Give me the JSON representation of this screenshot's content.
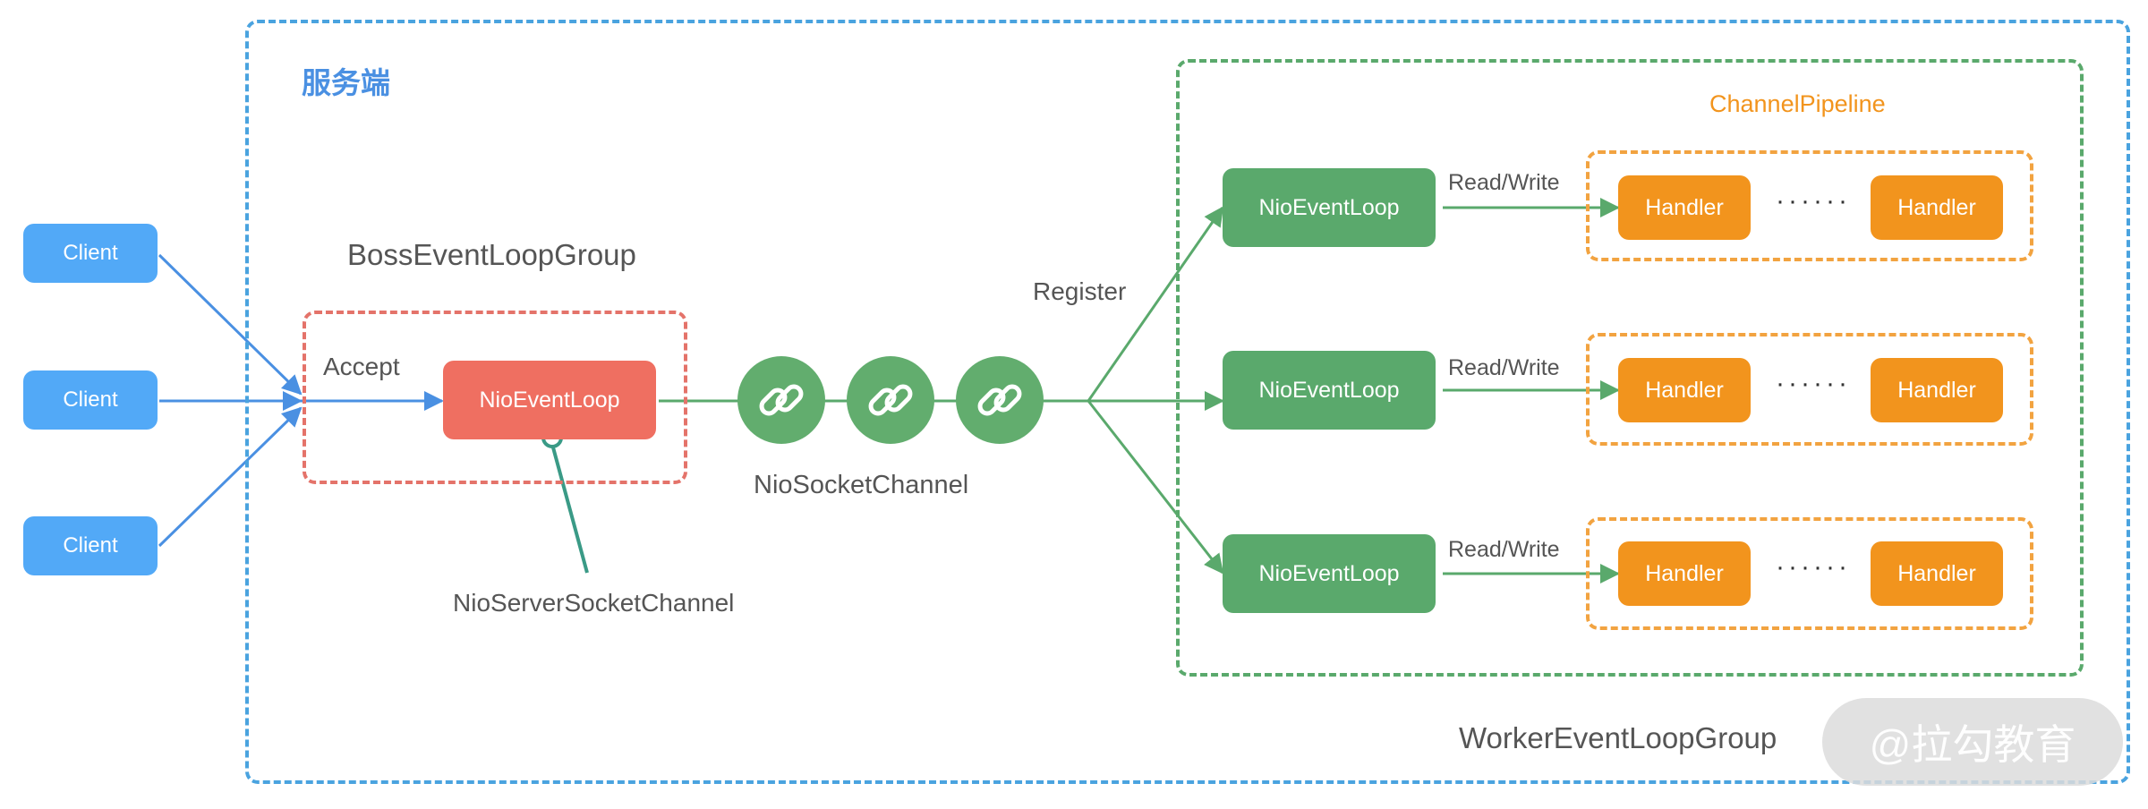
{
  "server": {
    "title": "服务端"
  },
  "boss": {
    "group_label": "BossEventLoopGroup",
    "accept_label": "Accept",
    "loop_label": "NioEventLoop",
    "server_channel_label": "NioServerSocketChannel"
  },
  "clients": [
    {
      "label": "Client"
    },
    {
      "label": "Client"
    },
    {
      "label": "Client"
    }
  ],
  "socket_channel_label": "NioSocketChannel",
  "register_label": "Register",
  "worker": {
    "group_label": "WorkerEventLoopGroup",
    "pipeline_label": "ChannelPipeline",
    "rows": [
      {
        "loop_label": "NioEventLoop",
        "rw_label": "Read/Write",
        "handler_a": "Handler",
        "ellipsis": "······",
        "handler_b": "Handler"
      },
      {
        "loop_label": "NioEventLoop",
        "rw_label": "Read/Write",
        "handler_a": "Handler",
        "ellipsis": "······",
        "handler_b": "Handler"
      },
      {
        "loop_label": "NioEventLoop",
        "rw_label": "Read/Write",
        "handler_a": "Handler",
        "ellipsis": "······",
        "handler_b": "Handler"
      }
    ]
  },
  "watermark": "@拉勾教育",
  "colors": {
    "server_border": "#4aa3df",
    "boss": "#ef6f61",
    "worker": "#5aa96c",
    "handler": "#f2941d",
    "client": "#52a9f7"
  },
  "icons": {
    "channel": "link-icon"
  }
}
